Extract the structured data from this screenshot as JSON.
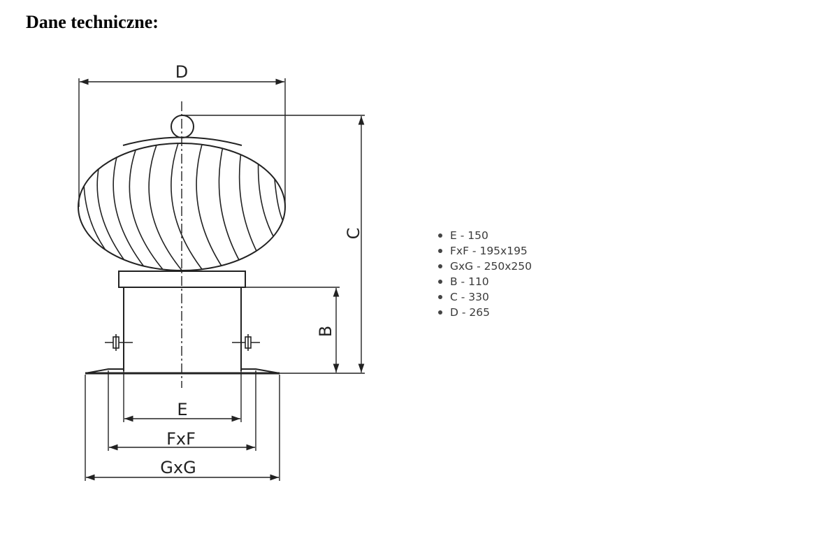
{
  "heading": "Dane techniczne:",
  "drawing": {
    "labels": {
      "d": "D",
      "c": "C",
      "b": "B",
      "e": "E",
      "fxf": "FxF",
      "gxg": "GxG"
    }
  },
  "specs": [
    "E - 150",
    "FxF - 195x195",
    "GxG - 250x250",
    "B - 110",
    "C - 330",
    "D - 265"
  ]
}
